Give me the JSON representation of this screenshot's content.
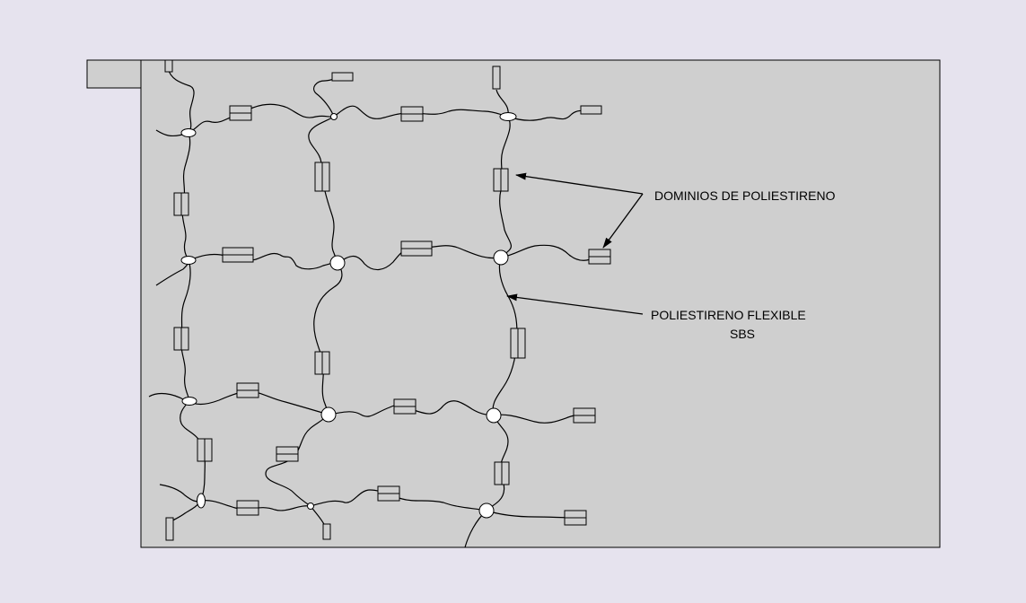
{
  "labels": {
    "domains": "DOMINIOS DE POLIESTIRENO",
    "flexible_line1": "POLIESTIRENO FLEXIBLE",
    "flexible_line2": "SBS"
  },
  "colors": {
    "page_background": "#e6e3ee",
    "panel_fill": "#cfcfcf",
    "stroke": "#000000",
    "node_fill": "#ffffff"
  }
}
